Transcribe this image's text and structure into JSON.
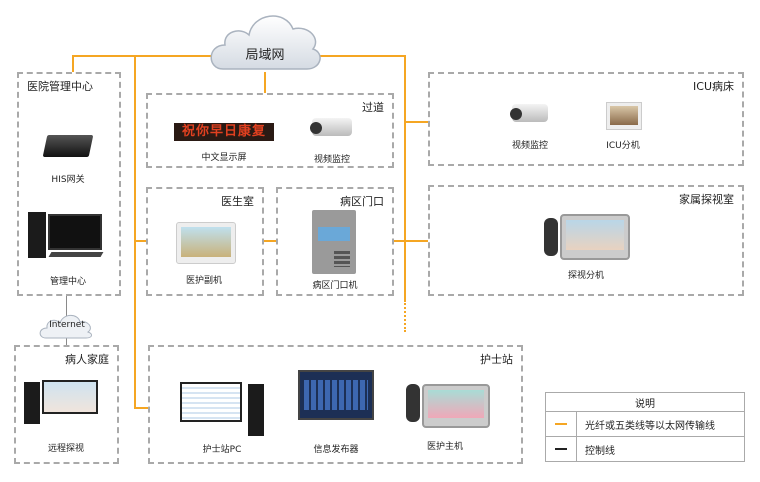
{
  "cloud_label": "局域网",
  "internet_label": "Internet",
  "zones": {
    "hospital_center": {
      "title": "医院管理中心",
      "devices": [
        "HIS网关",
        "管理中心"
      ]
    },
    "corridor": {
      "title": "过道",
      "led_text": "祝你早日康复",
      "devices": [
        "中文显示屏",
        "视频监控"
      ]
    },
    "doctor_room": {
      "title": "医生室",
      "devices": [
        "医护副机"
      ]
    },
    "ward_door": {
      "title": "病区门口",
      "devices": [
        "病区门口机"
      ]
    },
    "icu": {
      "title": "ICU病床",
      "devices": [
        "视频监控",
        "ICU分机"
      ]
    },
    "family_visit": {
      "title": "家属探视室",
      "devices": [
        "探视分机"
      ]
    },
    "patient_home": {
      "title": "病人家庭",
      "devices": [
        "远程探视"
      ]
    },
    "nurse_station": {
      "title": "护士站",
      "devices": [
        "护士站PC",
        "信息发布器",
        "医护主机"
      ]
    }
  },
  "legend": {
    "title": "说明",
    "items": [
      {
        "label": "光纤或五类线等以太网传输线",
        "color": "#f5a623"
      },
      {
        "label": "控制线",
        "color": "#222222"
      }
    ]
  }
}
